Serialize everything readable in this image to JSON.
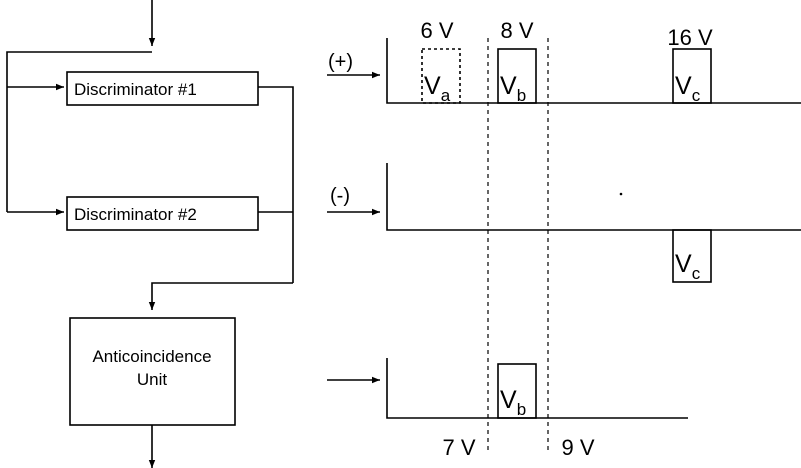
{
  "blocks": {
    "discriminator_1": "Discriminator #1",
    "discriminator_2": "Discriminator #2",
    "anticoincidence_line1": "Anticoincidence",
    "anticoincidence_line2": "Unit"
  },
  "channels": {
    "positive_label": "(+)",
    "negative_label": "(-)"
  },
  "voltages": {
    "va": "6 V",
    "vb": "8 V",
    "vc": "16 V",
    "lower_threshold": "7 V",
    "upper_threshold": "9 V"
  },
  "pulses": {
    "symbol": "V",
    "a_sub": "a",
    "b_sub": "b",
    "c_sub": "c"
  }
}
